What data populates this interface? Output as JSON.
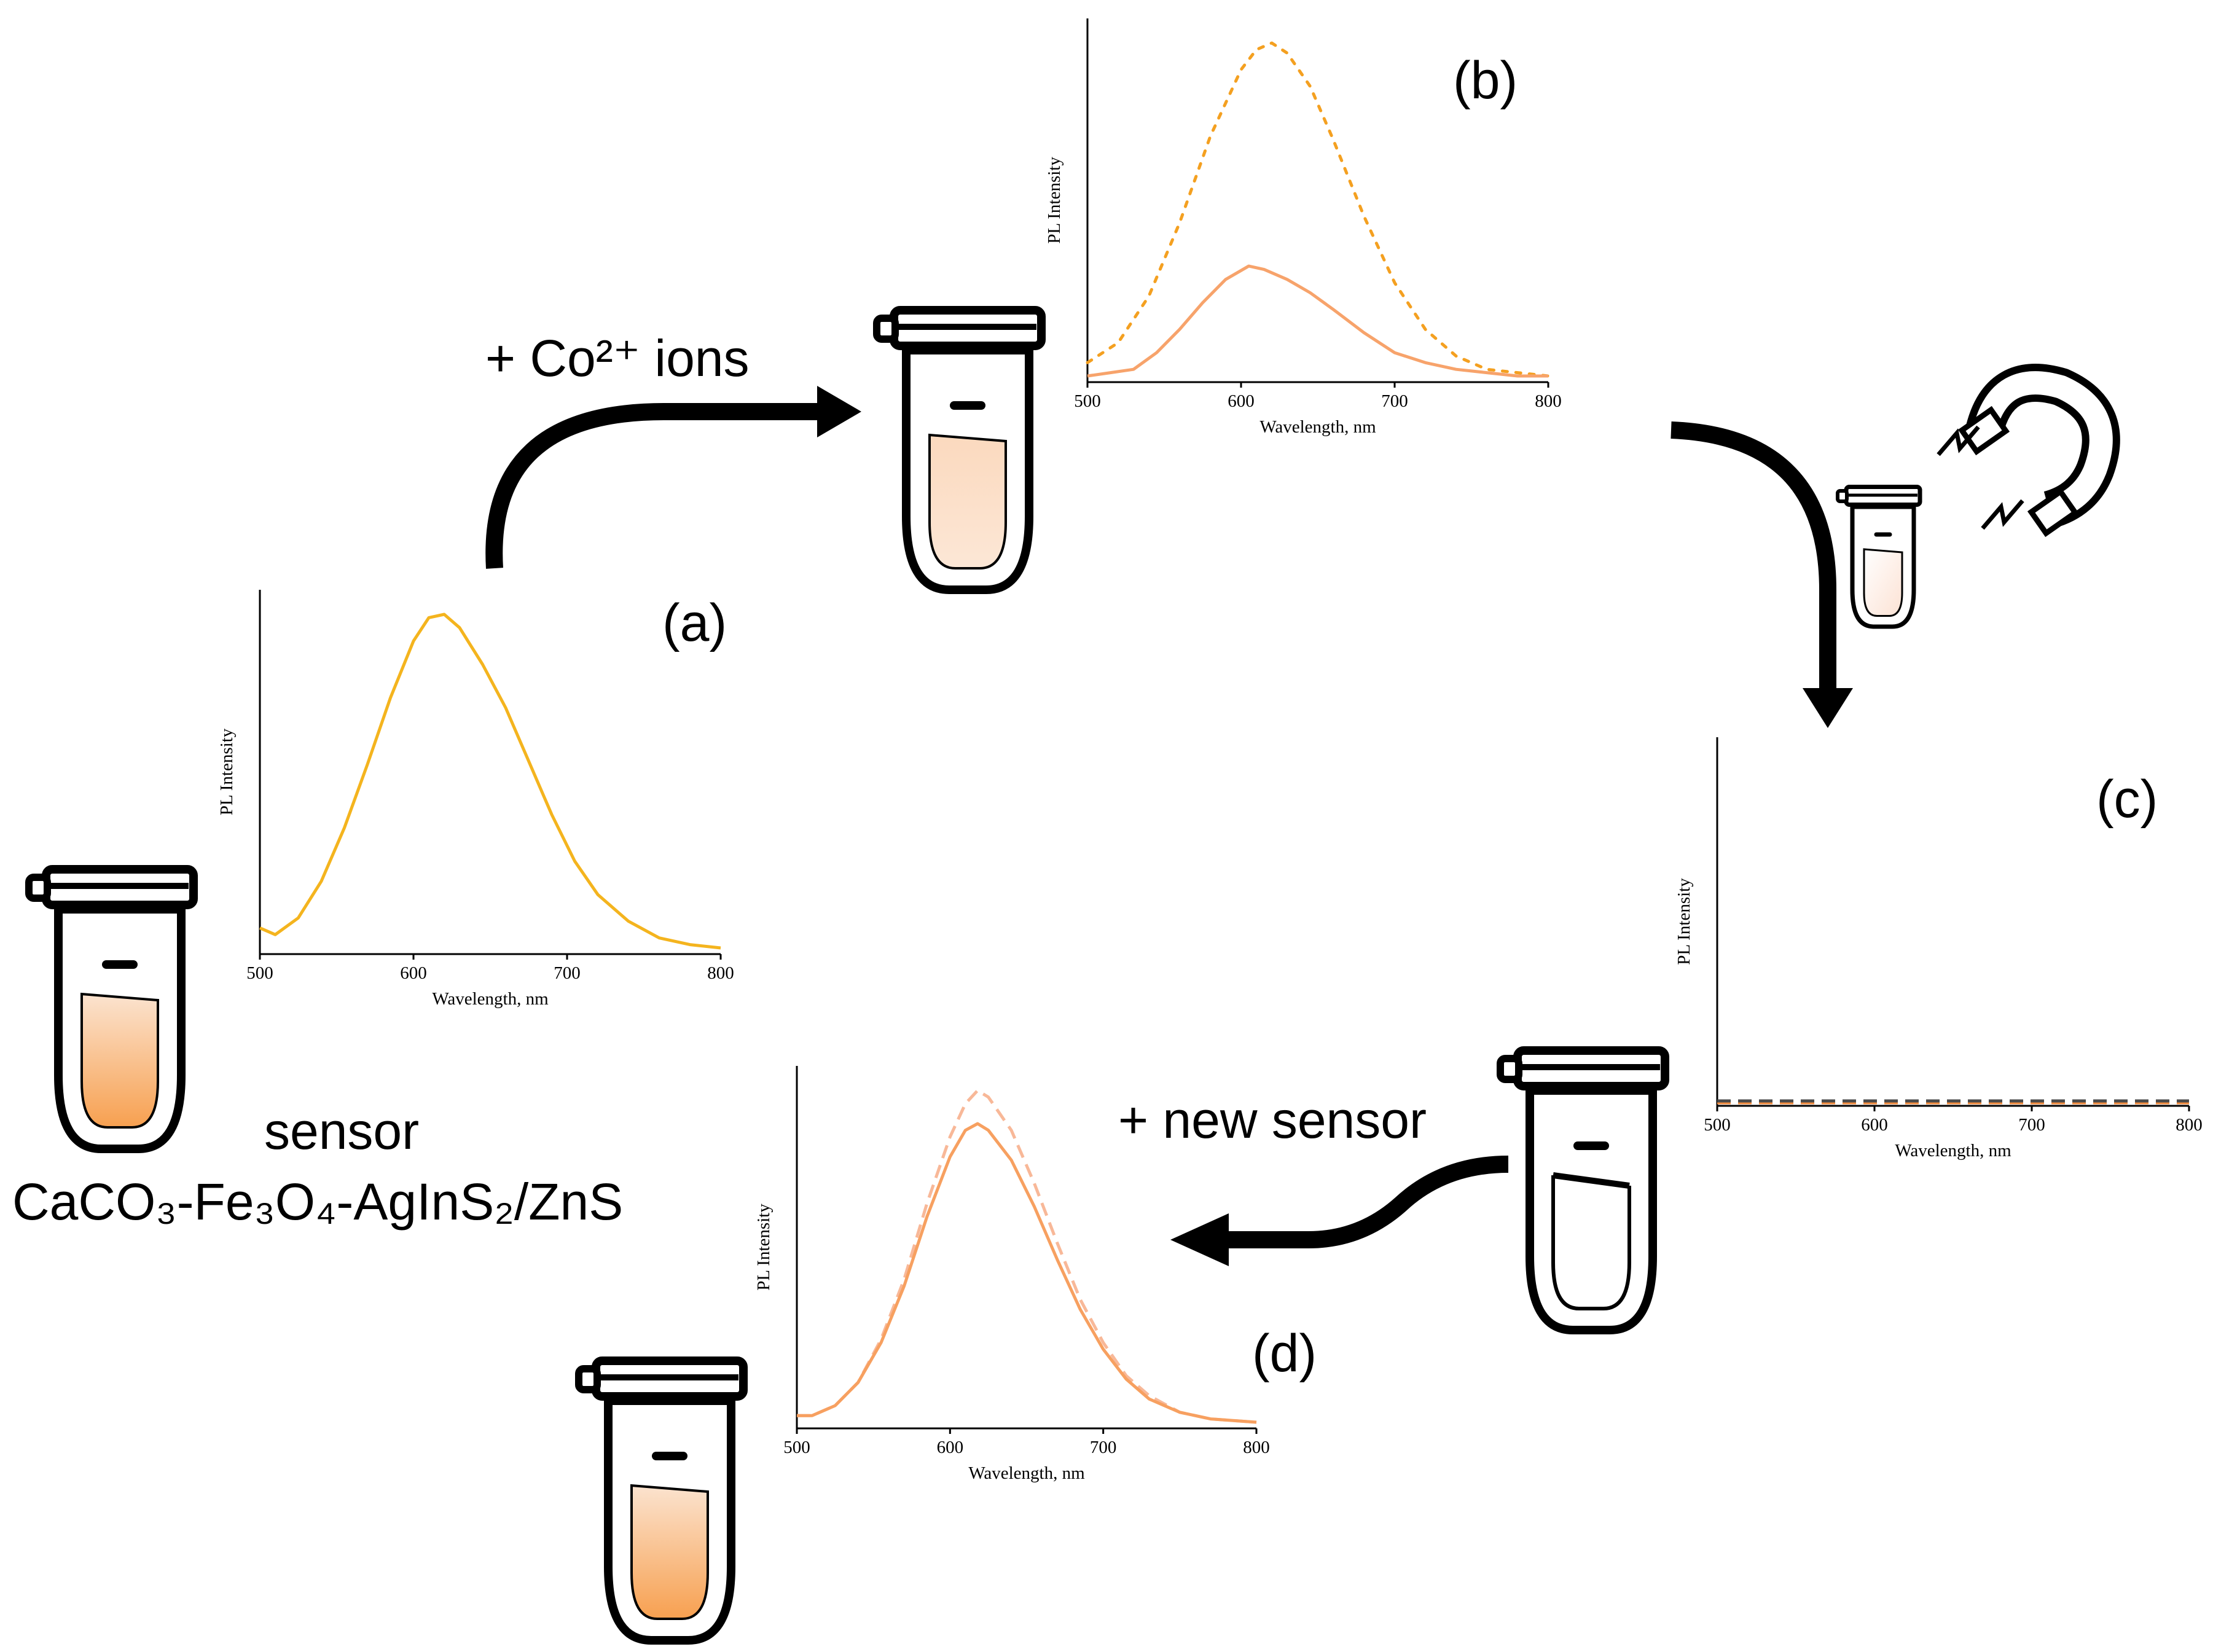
{
  "labels": {
    "step_a": "(a)",
    "step_b": "(b)",
    "step_c": "(c)",
    "step_d": "(d)",
    "add_ions": "+ Co²⁺ ions",
    "add_new_sensor": "+ new sensor",
    "sensor": "sensor",
    "sensor_material": "CaCO₃-Fe₃O₄-AgInS₂/ZnS"
  },
  "colors": {
    "solid_a": "#F4B41E",
    "dotted_b": "#F4A020",
    "solid_b": "#F7A36B",
    "c_line_1": "#F08A3C",
    "c_line_2": "#4A4A4A",
    "solid_d": "#F7A060",
    "dashed_d": "#F8B898",
    "tube_fill_strong": "#F7A050",
    "tube_fill_light": "#FBDCC4",
    "tube_fill_pale": "#FFF4F0"
  },
  "icons": [
    "tube-icon",
    "magnet-icon",
    "arrow-icon"
  ],
  "chart_data": [
    {
      "id": "a",
      "type": "line",
      "xlabel": "Wavelength, nm",
      "ylabel": "PL Intensity",
      "xlim": [
        500,
        800
      ],
      "ylim": [
        0,
        1
      ],
      "xticks": [
        "500",
        "600",
        "700",
        "800"
      ],
      "series": [
        {
          "style": "solid",
          "color_key": "solid_a",
          "x": [
            500,
            510,
            525,
            540,
            555,
            570,
            585,
            600,
            610,
            620,
            630,
            645,
            660,
            675,
            690,
            705,
            720,
            740,
            760,
            780,
            800
          ],
          "y": [
            0.06,
            0.04,
            0.09,
            0.2,
            0.36,
            0.55,
            0.75,
            0.92,
            0.99,
            1.0,
            0.96,
            0.85,
            0.72,
            0.56,
            0.4,
            0.26,
            0.16,
            0.08,
            0.03,
            0.01,
            0.0
          ]
        }
      ]
    },
    {
      "id": "b",
      "type": "line",
      "xlabel": "Wavelength, nm",
      "ylabel": "PL Intensity",
      "xlim": [
        500,
        800
      ],
      "ylim": [
        0,
        1
      ],
      "xticks": [
        "500",
        "600",
        "700",
        "800"
      ],
      "series": [
        {
          "style": "dotted",
          "color_key": "dotted_b",
          "x": [
            500,
            520,
            540,
            560,
            580,
            600,
            610,
            620,
            630,
            645,
            660,
            680,
            700,
            720,
            740,
            760,
            780,
            800
          ],
          "y": [
            0.04,
            0.1,
            0.24,
            0.46,
            0.72,
            0.92,
            0.98,
            1.0,
            0.97,
            0.87,
            0.71,
            0.48,
            0.28,
            0.14,
            0.06,
            0.02,
            0.01,
            0.0
          ]
        },
        {
          "style": "solid",
          "color_key": "solid_b",
          "x": [
            500,
            515,
            530,
            545,
            560,
            575,
            590,
            605,
            615,
            630,
            645,
            660,
            680,
            700,
            720,
            740,
            760,
            780,
            800
          ],
          "y": [
            0.0,
            0.01,
            0.02,
            0.07,
            0.14,
            0.22,
            0.29,
            0.33,
            0.32,
            0.29,
            0.25,
            0.2,
            0.13,
            0.07,
            0.04,
            0.02,
            0.01,
            0.0,
            0.0
          ]
        }
      ]
    },
    {
      "id": "c",
      "type": "line",
      "xlabel": "Wavelength, nm",
      "ylabel": "PL Intensity",
      "xlim": [
        500,
        800
      ],
      "ylim": [
        0,
        1
      ],
      "xticks": [
        "500",
        "600",
        "700",
        "800"
      ],
      "series": [
        {
          "style": "dashed",
          "color_key": "c_line_1",
          "x": [
            500,
            800
          ],
          "y": [
            0.005,
            0.005
          ]
        },
        {
          "style": "dashed",
          "color_key": "c_line_2",
          "x": [
            500,
            800
          ],
          "y": [
            0.003,
            0.003
          ]
        }
      ]
    },
    {
      "id": "d",
      "type": "line",
      "xlabel": "Wavelength, nm",
      "ylabel": "PL Intensity",
      "xlim": [
        500,
        800
      ],
      "ylim": [
        0,
        1
      ],
      "xticks": [
        "500",
        "600",
        "700",
        "800"
      ],
      "series": [
        {
          "style": "dashed",
          "color_key": "dashed_d",
          "x": [
            500,
            510,
            525,
            540,
            555,
            570,
            585,
            600,
            610,
            618,
            625,
            640,
            655,
            670,
            685,
            700,
            715,
            730,
            750,
            770,
            800
          ],
          "y": [
            0.02,
            0.02,
            0.05,
            0.12,
            0.25,
            0.43,
            0.66,
            0.86,
            0.96,
            1.0,
            0.98,
            0.88,
            0.72,
            0.54,
            0.37,
            0.24,
            0.14,
            0.08,
            0.03,
            0.01,
            0.0
          ]
        },
        {
          "style": "solid",
          "color_key": "solid_d",
          "x": [
            500,
            510,
            525,
            540,
            555,
            570,
            585,
            600,
            610,
            618,
            625,
            640,
            655,
            670,
            685,
            700,
            715,
            730,
            750,
            770,
            800
          ],
          "y": [
            0.02,
            0.02,
            0.05,
            0.12,
            0.24,
            0.41,
            0.62,
            0.8,
            0.88,
            0.9,
            0.88,
            0.79,
            0.65,
            0.49,
            0.34,
            0.22,
            0.13,
            0.07,
            0.03,
            0.01,
            0.0
          ]
        }
      ]
    }
  ]
}
